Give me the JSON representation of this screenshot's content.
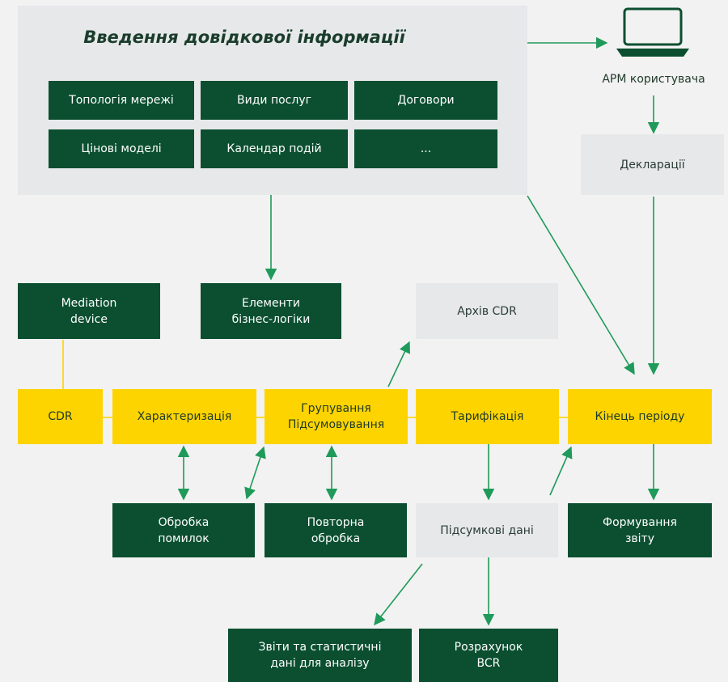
{
  "reference": {
    "title": "Введення довідкової інформації",
    "items": [
      "Топологія мережі",
      "Види послуг",
      "Договори",
      "Цінові моделі",
      "Календар подій",
      "..."
    ]
  },
  "workstation": {
    "label": "АРМ користувача"
  },
  "declarations": "Декларації",
  "mediation": "Mediation\ndevice",
  "business_logic": "Елементи\nбізнес-логіки",
  "archive": "Архів CDR",
  "pipeline": {
    "cdr": "CDR",
    "characterization": "Характеризація",
    "grouping": "Групування\nПідсумовування",
    "tariffing": "Тарифікація",
    "period_end": "Кінець періоду"
  },
  "error_processing": "Обробка\nпомилок",
  "reprocessing": "Повторна\nобробка",
  "summary_data": "Підсумкові дані",
  "report_forming": "Формування\nзвіту",
  "reports_stats": "Звіти та статистичні\nдані для аналізу",
  "bcr": "Розрахунок\nBCR",
  "colors": {
    "dark_green": "#0b4f30",
    "yellow": "#fdd400",
    "light_gray": "#e6e8ea",
    "arrow_green": "#1f9a5a",
    "background": "#f2f2f2"
  }
}
